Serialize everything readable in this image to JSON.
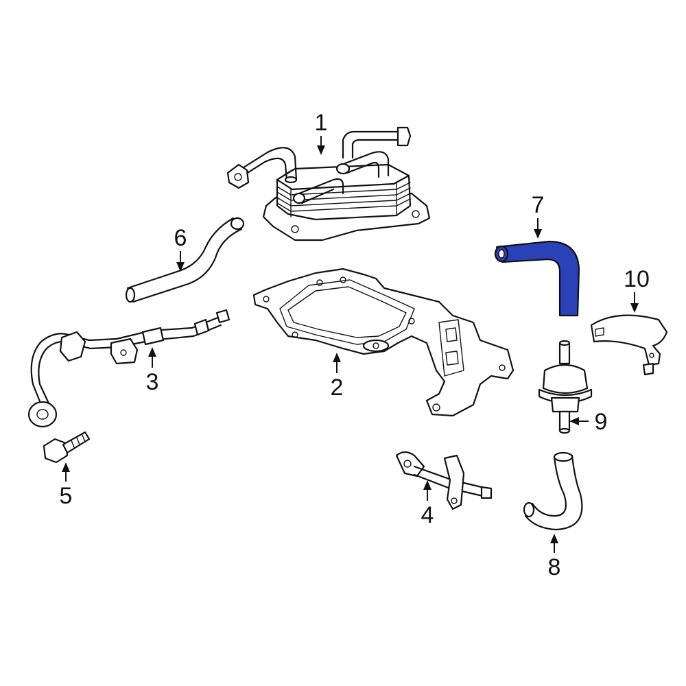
{
  "highlight_color": "#2b41b8",
  "outline_color": "#111111",
  "callouts": [
    {
      "id": "1",
      "label": "1"
    },
    {
      "id": "2",
      "label": "2"
    },
    {
      "id": "3",
      "label": "3"
    },
    {
      "id": "4",
      "label": "4"
    },
    {
      "id": "5",
      "label": "5"
    },
    {
      "id": "6",
      "label": "6"
    },
    {
      "id": "7",
      "label": "7"
    },
    {
      "id": "8",
      "label": "8"
    },
    {
      "id": "9",
      "label": "9"
    },
    {
      "id": "10",
      "label": "10"
    }
  ],
  "highlighted_part": "7"
}
